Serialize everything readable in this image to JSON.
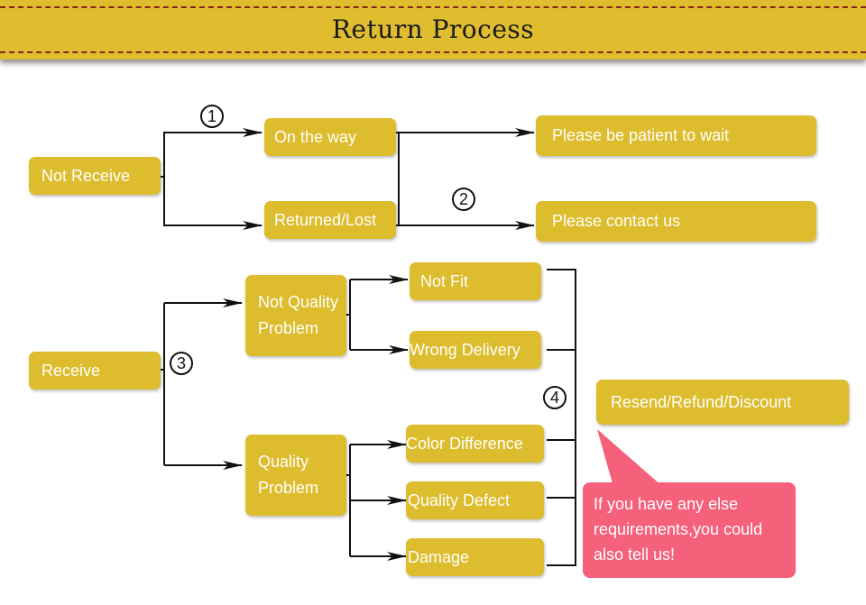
{
  "header": {
    "title": "Return Process"
  },
  "colors": {
    "box": "#ddbc2d",
    "banner": "#e0bd2f",
    "callout": "#f5607b",
    "line": "#111111"
  },
  "nodes": {
    "not_receive": "Not Receive",
    "on_the_way": "On the way",
    "returned_lost": "Returned/Lost",
    "please_wait": "Please be patient to wait",
    "contact_us": "Please contact us",
    "receive": "Receive",
    "not_quality_problem": "Not Quality Problem",
    "quality_problem": "Quality Problem",
    "not_fit": "Not Fit",
    "wrong_delivery": "Wrong Delivery",
    "color_difference": "Color Difference",
    "quality_defect": "Quality Defect",
    "damage": "Damage",
    "resend_refund": "Resend/Refund/Discount"
  },
  "steps": [
    "1",
    "2",
    "3",
    "4"
  ],
  "callout": {
    "text": "If you have any else requirements,you could also tell us!"
  }
}
